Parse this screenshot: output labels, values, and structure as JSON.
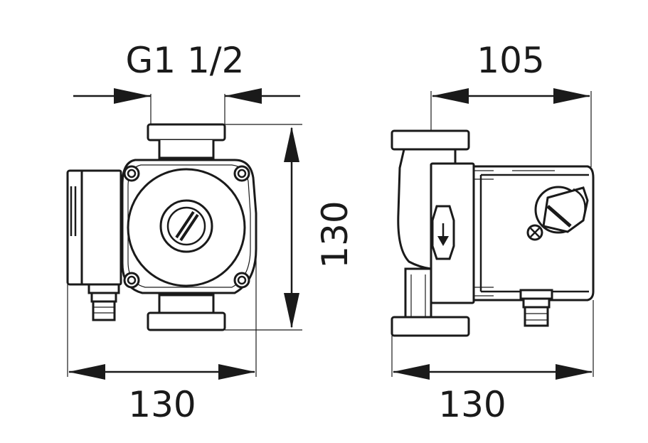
{
  "dimensions": {
    "thread_size": "G1 1/2",
    "front_height": "130",
    "front_width": "130",
    "side_depth": "105",
    "side_width": "130"
  },
  "colors": {
    "line": "#1a1a1a",
    "background": "#ffffff"
  }
}
